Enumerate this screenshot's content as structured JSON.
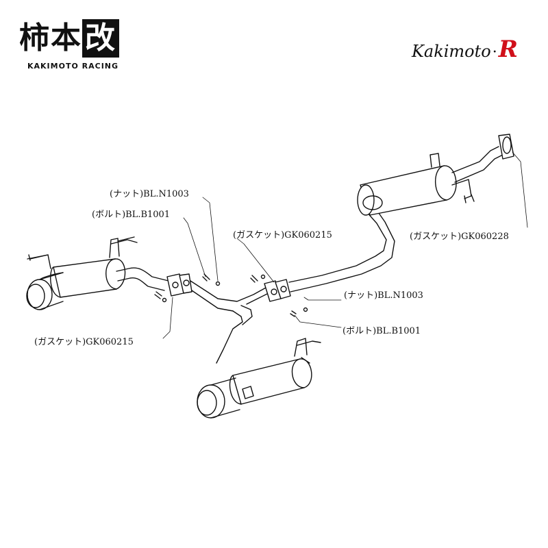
{
  "branding": {
    "left_logo_kanji_a": "柿本",
    "left_logo_kanji_b": "改",
    "left_logo_sub": "KAKIMOTO RACING",
    "right_logo_name": "Kakimoto",
    "right_logo_dot": "·",
    "right_logo_r": "R",
    "accent_color": "#d0101a"
  },
  "labels": {
    "nut_left": "(ナット)BL.N1003",
    "bolt_left": "(ボルト)BL.B1001",
    "gasket_center": "(ガスケット)GK060215",
    "gasket_front": "(ガスケット)GK060228",
    "nut_right": "(ナット)BL.N1003",
    "bolt_right": "(ボルト)BL.B1001",
    "gasket_left": "(ガスケット)GK060215"
  }
}
